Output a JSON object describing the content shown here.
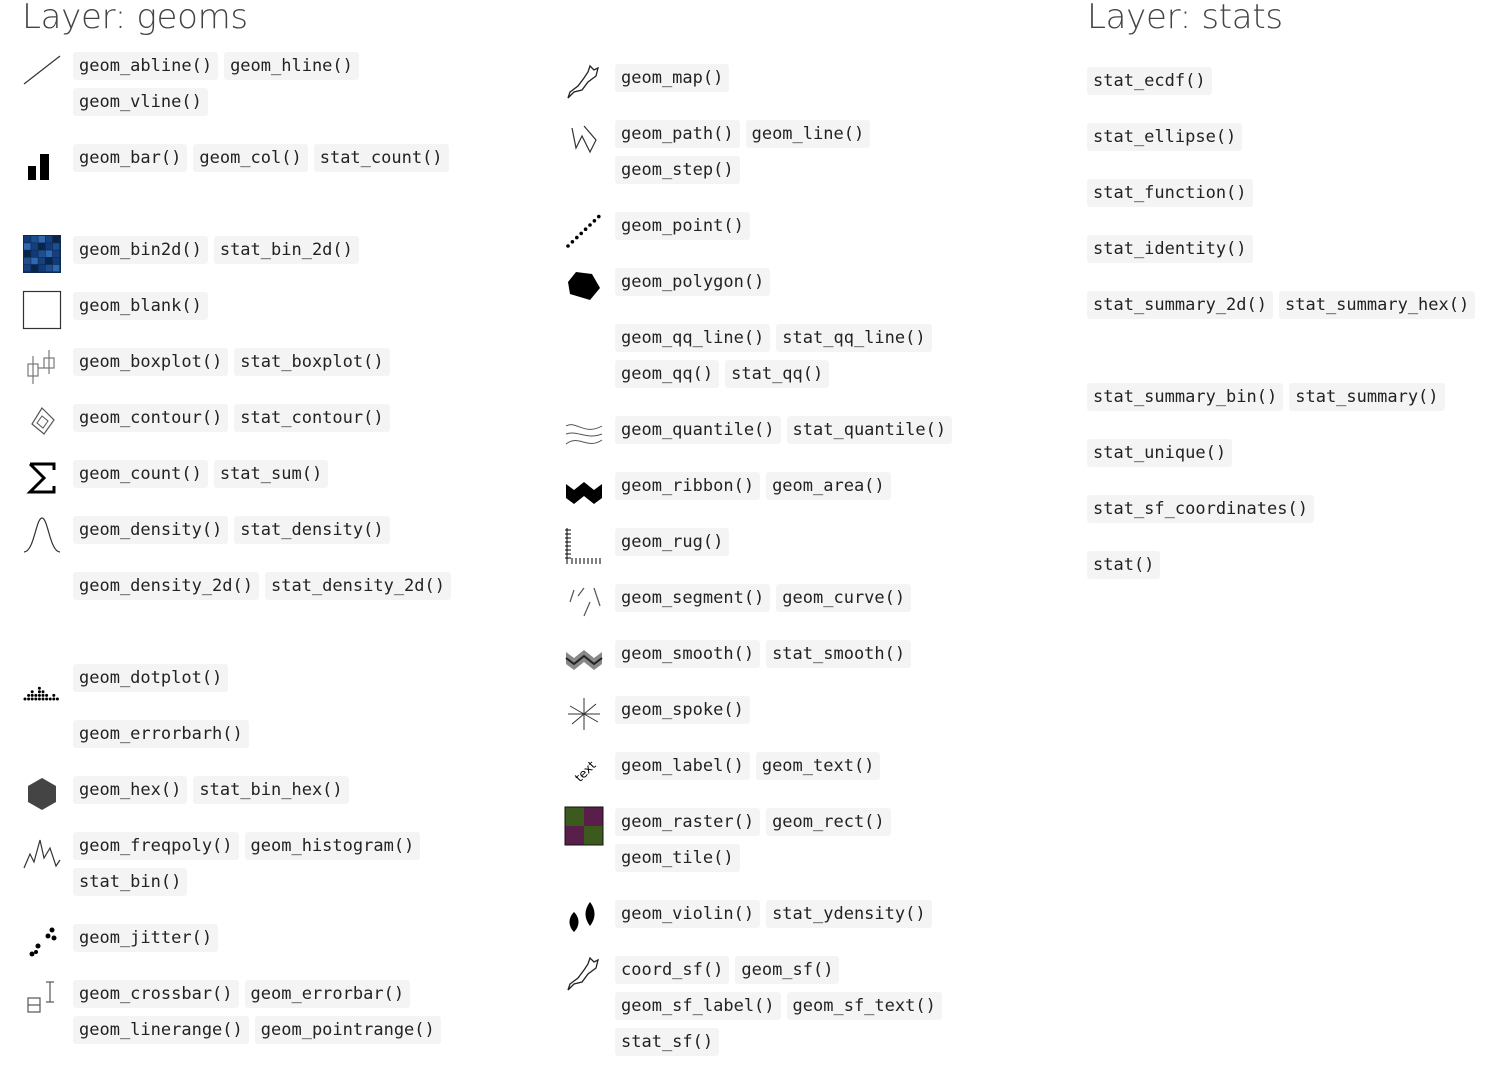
{
  "headings": {
    "geoms": "Layer: geoms",
    "stats": "Layer: stats"
  },
  "col1": [
    {
      "icon": "abline-icon",
      "items": [
        "geom_abline()",
        "geom_hline()",
        "geom_vline()"
      ]
    },
    {
      "icon": "bar-icon",
      "items": [
        "geom_bar()",
        "geom_col()",
        "stat_count()"
      ]
    },
    {
      "icon": "bin2d-icon",
      "items": [
        "geom_bin2d()",
        "stat_bin_2d()"
      ]
    },
    {
      "icon": "blank-icon",
      "items": [
        "geom_blank()"
      ]
    },
    {
      "icon": "boxplot-icon",
      "items": [
        "geom_boxplot()",
        "stat_boxplot()"
      ]
    },
    {
      "icon": "contour-icon",
      "items": [
        "geom_contour()",
        "stat_contour()"
      ]
    },
    {
      "icon": "count-icon",
      "items": [
        "geom_count()",
        "stat_sum()"
      ]
    },
    {
      "icon": "density-icon",
      "items": [
        "geom_density()",
        "stat_density()"
      ]
    },
    {
      "icon": "",
      "items": [
        "geom_density_2d()",
        "stat_density_2d()"
      ]
    },
    {
      "icon": "dotplot-icon",
      "items": [
        "geom_dotplot()"
      ]
    },
    {
      "icon": "",
      "items": [
        "geom_errorbarh()"
      ]
    },
    {
      "icon": "hex-icon",
      "items": [
        "geom_hex()",
        "stat_bin_hex()"
      ]
    },
    {
      "icon": "freqpoly-icon",
      "items": [
        "geom_freqpoly()",
        "geom_histogram()",
        "stat_bin()"
      ]
    },
    {
      "icon": "jitter-icon",
      "items": [
        "geom_jitter()"
      ]
    },
    {
      "icon": "crossbar-icon",
      "items": [
        "geom_crossbar()",
        "geom_errorbar()",
        "geom_linerange()",
        "geom_pointrange()"
      ]
    }
  ],
  "col2": [
    {
      "icon": "map-icon",
      "items": [
        "geom_map()"
      ]
    },
    {
      "icon": "path-icon",
      "items": [
        "geom_path()",
        "geom_line()",
        "geom_step()"
      ]
    },
    {
      "icon": "point-icon",
      "items": [
        "geom_point()"
      ]
    },
    {
      "icon": "polygon-icon",
      "items": [
        "geom_polygon()"
      ]
    },
    {
      "icon": "",
      "items": [
        "geom_qq_line()",
        "stat_qq_line()",
        "geom_qq()",
        "stat_qq()"
      ]
    },
    {
      "icon": "quantile-icon",
      "items": [
        "geom_quantile()",
        "stat_quantile()"
      ]
    },
    {
      "icon": "ribbon-icon",
      "items": [
        "geom_ribbon()",
        "geom_area()"
      ]
    },
    {
      "icon": "rug-icon",
      "items": [
        "geom_rug()"
      ]
    },
    {
      "icon": "segment-icon",
      "items": [
        "geom_segment()",
        "geom_curve()"
      ]
    },
    {
      "icon": "smooth-icon",
      "items": [
        "geom_smooth()",
        "stat_smooth()"
      ]
    },
    {
      "icon": "spoke-icon",
      "items": [
        "geom_spoke()"
      ]
    },
    {
      "icon": "text-icon",
      "items": [
        "geom_label()",
        "geom_text()"
      ]
    },
    {
      "icon": "raster-icon",
      "items": [
        "geom_raster()",
        "geom_rect()",
        "geom_tile()"
      ]
    },
    {
      "icon": "violin-icon",
      "items": [
        "geom_violin()",
        "stat_ydensity()"
      ]
    },
    {
      "icon": "sf-map-icon",
      "items": [
        "coord_sf()",
        "geom_sf()",
        "geom_sf_label()",
        "geom_sf_text()",
        "stat_sf()"
      ]
    }
  ],
  "col3": [
    {
      "items": [
        "stat_ecdf()"
      ]
    },
    {
      "items": [
        "stat_ellipse()"
      ]
    },
    {
      "items": [
        "stat_function()"
      ]
    },
    {
      "items": [
        "stat_identity()"
      ]
    },
    {
      "items": [
        "stat_summary_2d()",
        "stat_summary_hex()"
      ]
    },
    {
      "items": [
        "stat_summary_bin()",
        "stat_summary()"
      ]
    },
    {
      "items": [
        "stat_unique()"
      ]
    },
    {
      "items": [
        "stat_sf_coordinates()"
      ]
    },
    {
      "items": [
        "stat()"
      ]
    }
  ],
  "colors": {
    "chip_bg": "#f4f4f4",
    "text": "#222222",
    "heading": "#444444",
    "raster_green": "#3c5a1e",
    "raster_purple": "#5a1e4a",
    "bin_blue": "#1f4e8c"
  }
}
